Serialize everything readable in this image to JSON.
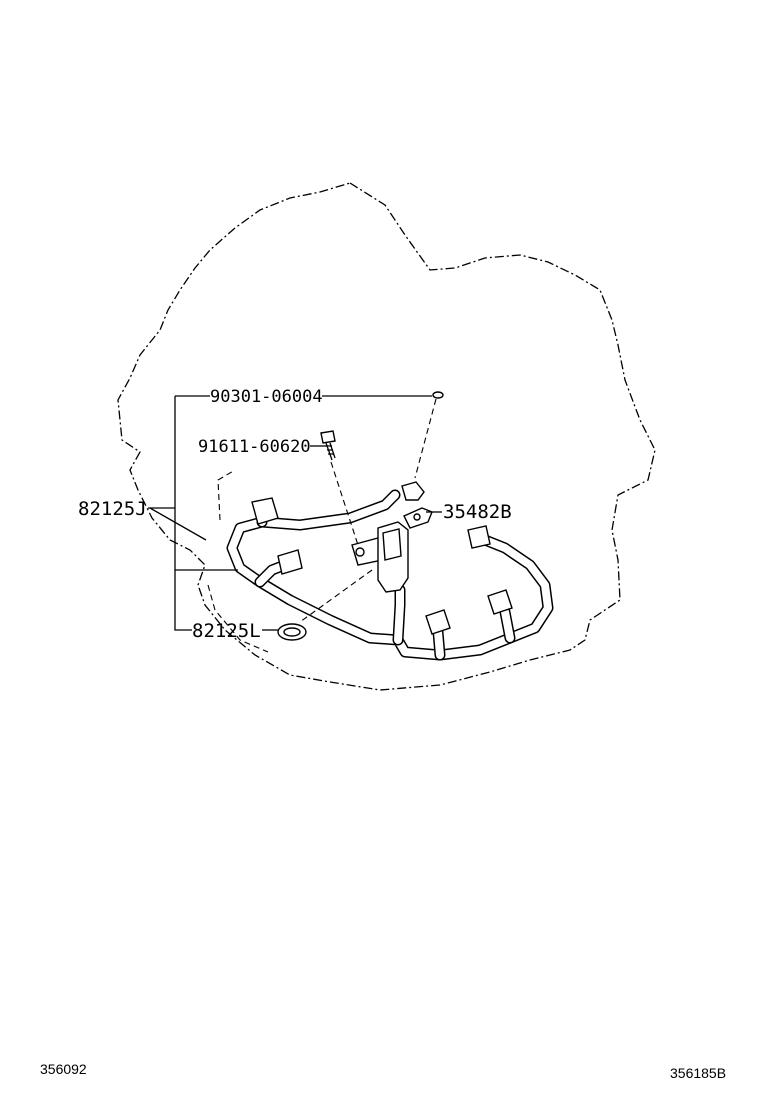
{
  "parts": [
    {
      "id": "p1",
      "number": "90301-06004"
    },
    {
      "id": "p2",
      "number": "91611-60620"
    },
    {
      "id": "p3",
      "number": "82125J"
    },
    {
      "id": "p4",
      "number": "35482B"
    },
    {
      "id": "p5",
      "number": "82125L"
    }
  ],
  "footer": {
    "left_code": "356092",
    "right_code": "356185B"
  }
}
